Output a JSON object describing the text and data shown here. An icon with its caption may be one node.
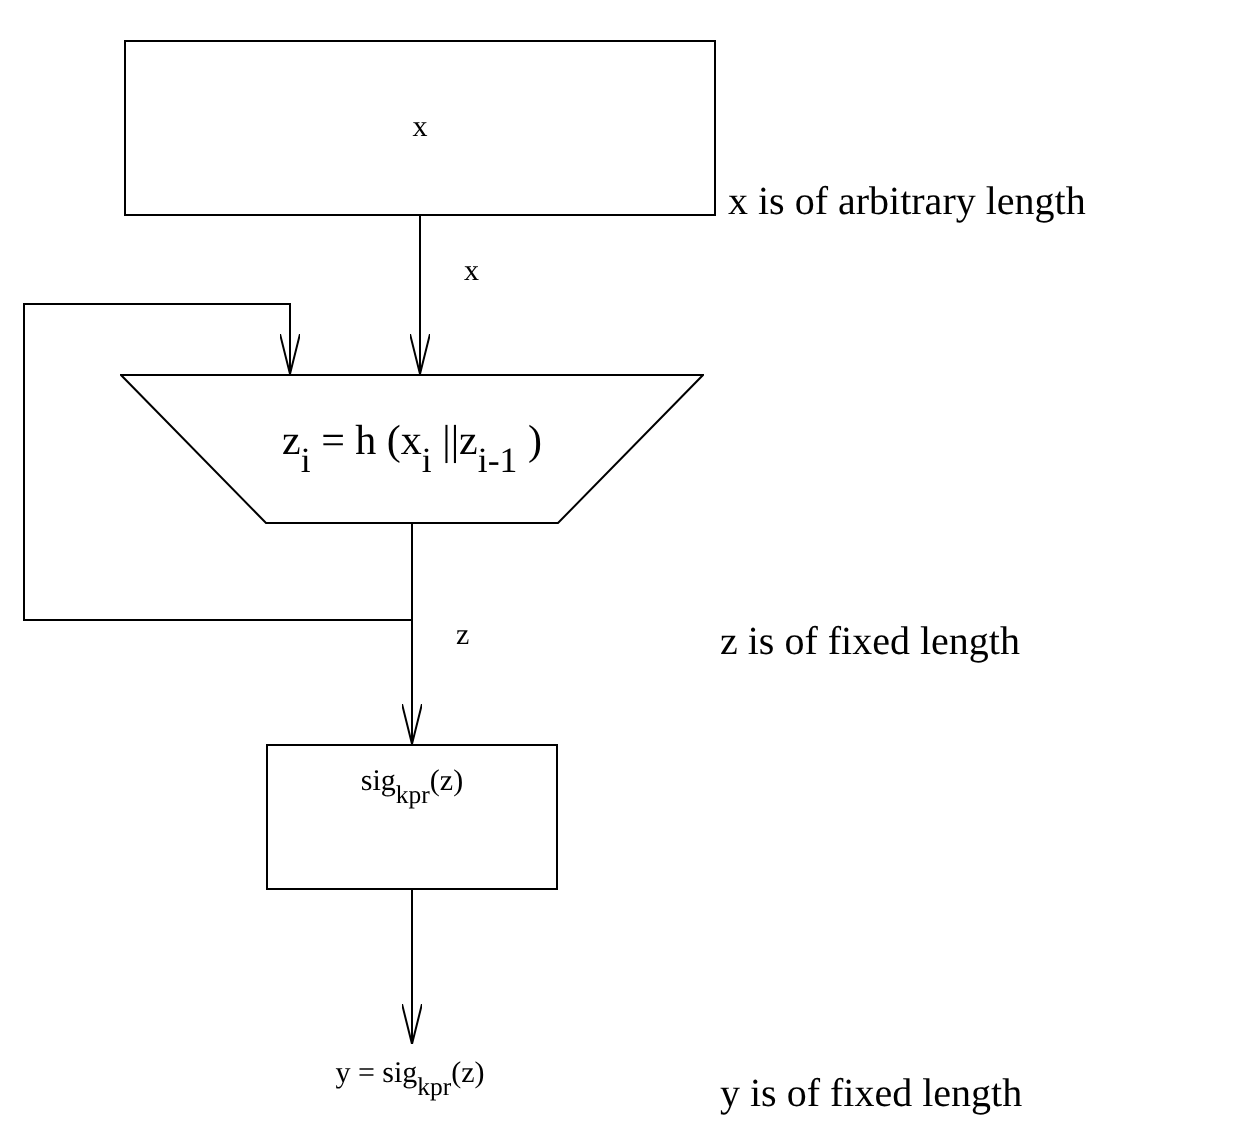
{
  "diagram": {
    "nodes": [
      {
        "text": [
          "x"
        ]
      },
      {
        "text": [
          "z$_{i}$ = h (x$_{i}$ ||z$_{i-1}$ )"
        ]
      },
      {
        "text": [
          "sig$_{kpr}$(z)"
        ]
      },
      {
        "text": [
          "y = sig$_{kpr}$(z)"
        ]
      }
    ],
    "edges": [
      {
        "from": 0,
        "to": 1,
        "arrow": "to",
        "label": "x"
      },
      {
        "from": 1,
        "to": 2,
        "arrow": "to",
        "label": "z"
      },
      {
        "from": 1,
        "to": 1,
        "arrow": "to"
      },
      {
        "from": 2,
        "to": 3,
        "arrow": "to"
      }
    ],
    "labels": [
      "x is of arbitrary length",
      "z is of fixed length",
      "y is of fixed length"
    ]
  }
}
